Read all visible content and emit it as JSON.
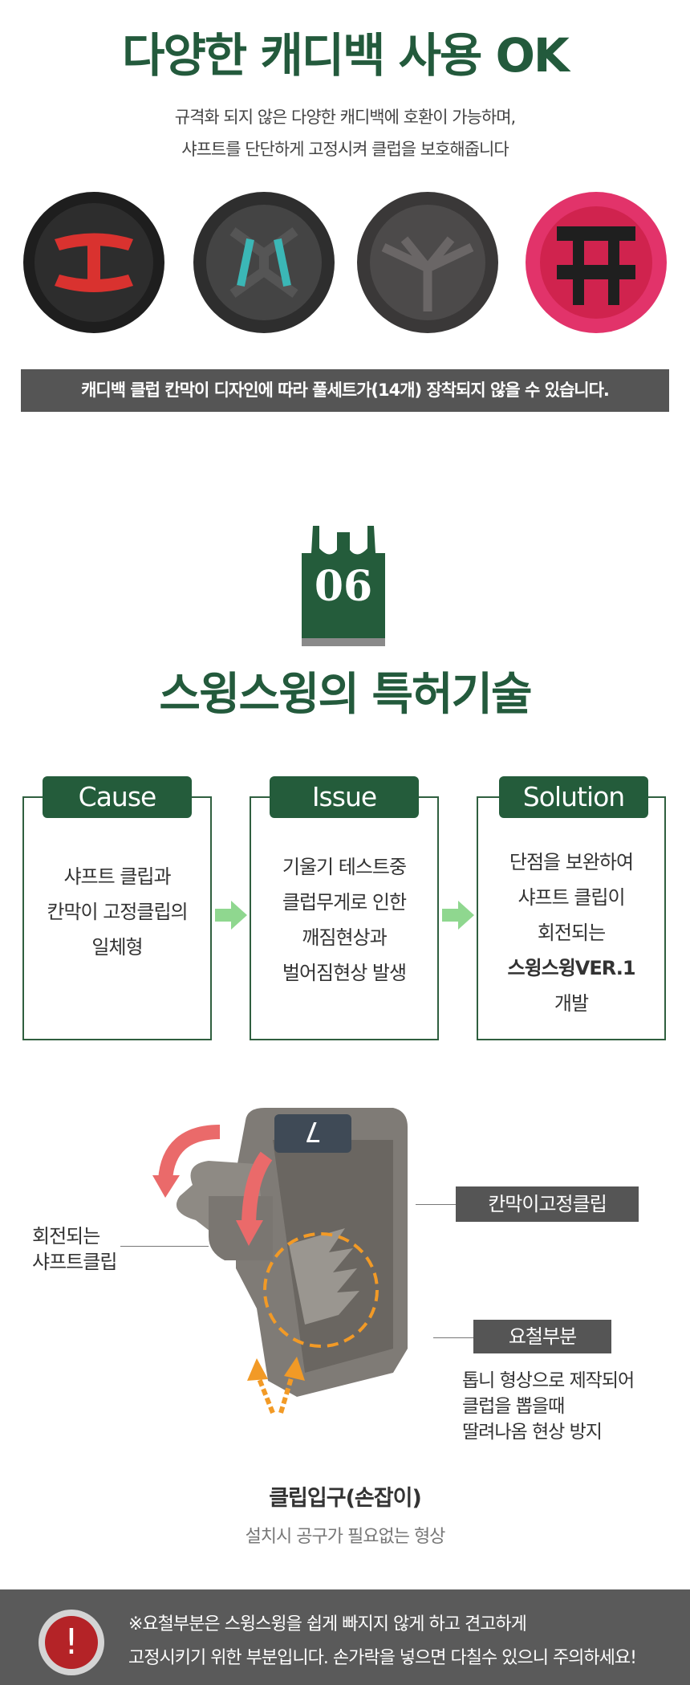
{
  "header": {
    "title": "다양한 캐디백 사용 OK",
    "desc_line1": "규격화 되지 않은 다양한 캐디백에 호환이 가능하며,",
    "desc_line2": "샤프트를 단단하게 고정시켜 클럽을 보호해줍니다"
  },
  "bags": [
    {
      "accent": "#d9322f",
      "bg": "#2a2a2a"
    },
    {
      "accent": "#3bb7b6",
      "bg": "#3a3a3a"
    },
    {
      "accent": "#5a5656",
      "bg": "#4a4848"
    },
    {
      "accent": "#d9204f",
      "bg": "#e2336a"
    }
  ],
  "notice": "캐디백 클럽 칸막이 디자인에 따라 풀세트가(14개) 장착되지 않을 수 있습니다.",
  "section": {
    "number": "06",
    "title": "스윙스윙의 특허기술"
  },
  "steps": [
    {
      "tab": "Cause",
      "lines": [
        "샤프트 클립과",
        "칸막이 고정클립의",
        "일체형"
      ]
    },
    {
      "tab": "Issue",
      "lines": [
        "기울기 테스트중",
        "클럽무게로 인한",
        "깨짐현상과",
        "벌어짐현상 발생"
      ]
    },
    {
      "tab": "Solution",
      "lines": [
        "단점을 보완하여",
        "샤프트 클립이",
        "회전되는",
        "스윙스윙VER.1",
        "개발"
      ]
    }
  ],
  "diagram": {
    "clip_number": "7",
    "label_rotate_1": "회전되는",
    "label_rotate_2": "샤프트클립",
    "tag_fixed": "칸막이고정클립",
    "tag_teeth": "요철부분",
    "teeth_desc_1": "톱니 형상으로 제작되어",
    "teeth_desc_2": "클럽을 뽑을때",
    "teeth_desc_3": "딸려나옴 현상 방지",
    "entry_title": "클립입구(손잡이)",
    "entry_desc": "설치시 공구가 필요없는 형상"
  },
  "warning": {
    "icon": "!",
    "line1": "※요철부분은 스윙스윙을 쉽게 빠지지 않게 하고 견고하게",
    "line2": "고정시키기 위한 부분입니다. 손가락을 넣으면 다칠수 있으니 주의하세요!"
  },
  "colors": {
    "brand_green": "#235a3c",
    "arrow_green": "#8fd78f",
    "dark_gray": "#555555",
    "warning_red": "#b42327"
  }
}
